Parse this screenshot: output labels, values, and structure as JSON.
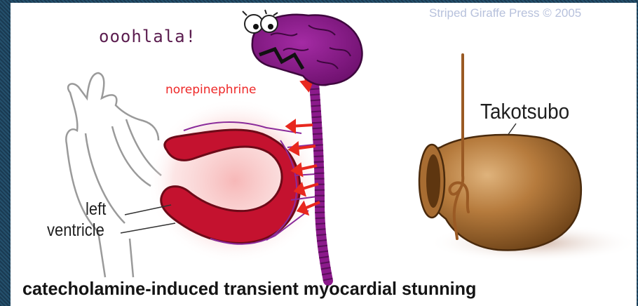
{
  "watermark": "Striped Giraffe Press © 2005",
  "exclamation": "ooohlala!",
  "hormone_label": "norepinephrine",
  "heart_label_line1": "left",
  "heart_label_line2": "ventricle",
  "pot_label": "Takotsubo",
  "caption": "catecholamine-induced transient myocardial stunning",
  "colors": {
    "brain": "#8b1a8b",
    "brain_dark": "#5a0f5a",
    "ventricle": "#c8102e",
    "arrows": "#e8281e",
    "glow": "#f7b7b7",
    "pot": "#b47a3c",
    "rope": "#9a5a24",
    "frame": "#1d3b53"
  }
}
